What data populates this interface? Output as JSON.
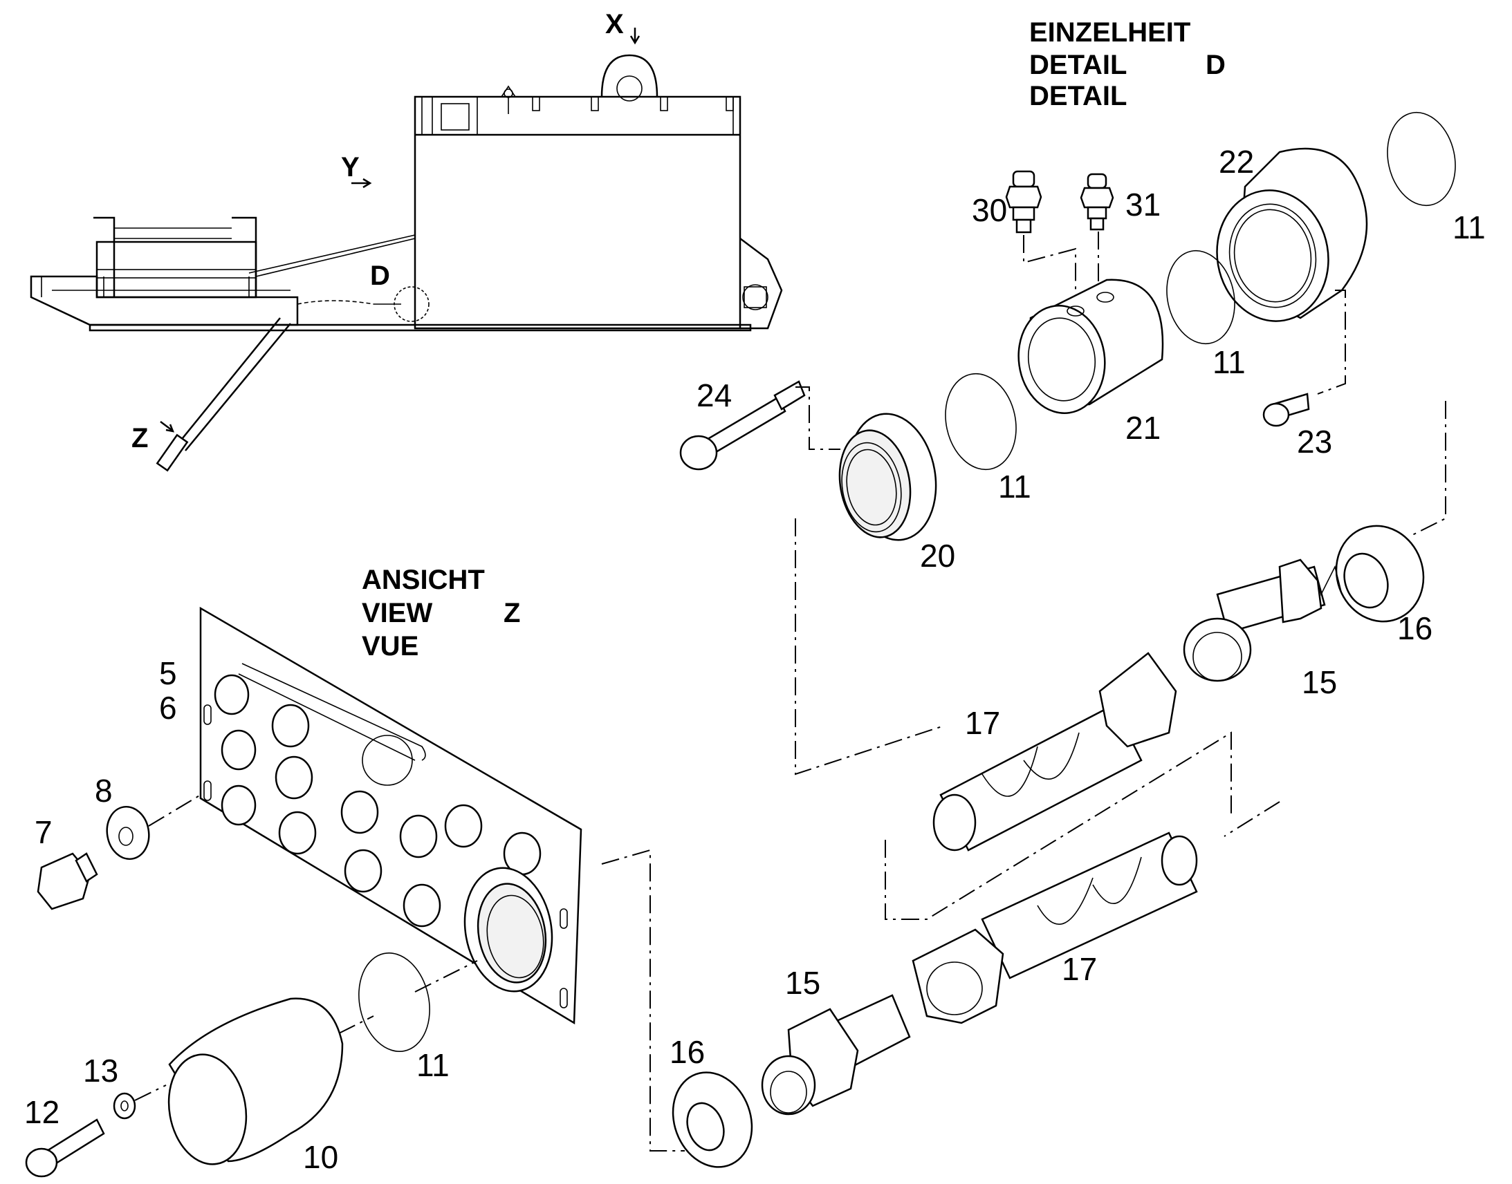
{
  "views": {
    "x": "X",
    "y": "Y",
    "z": "Z",
    "d": "D"
  },
  "detail_header": {
    "line1": "EINZELHEIT",
    "line2": "DETAIL",
    "line3": "DETAIL",
    "letter": "D"
  },
  "view_header": {
    "line1": "ANSICHT",
    "line2": "VIEW",
    "line3": "VUE",
    "letter": "Z"
  },
  "callouts": {
    "n5": "5",
    "n6": "6",
    "n7": "7",
    "n8": "8",
    "n10": "10",
    "n11": "11",
    "n12": "12",
    "n13": "13",
    "n15": "15",
    "n16": "16",
    "n17": "17",
    "n20": "20",
    "n21": "21",
    "n22": "22",
    "n23": "23",
    "n24": "24",
    "n30": "30",
    "n31": "31"
  }
}
